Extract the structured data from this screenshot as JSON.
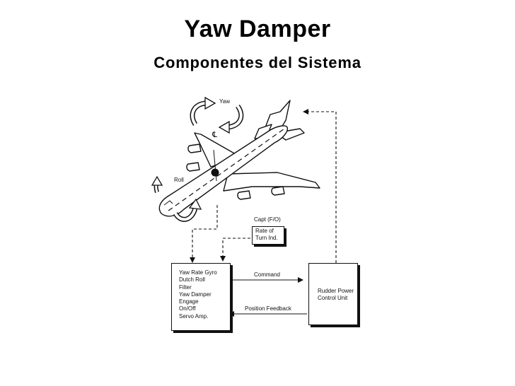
{
  "header": {
    "title": "Yaw Damper",
    "subtitle": "Componentes del Sistema"
  },
  "diagram": {
    "motion_labels": {
      "yaw": "Yaw",
      "roll": "Roll",
      "centerline": "℄"
    },
    "panel_label": "Capt (F/O)",
    "rate_indicator": [
      "Rate of",
      "Turn Ind."
    ],
    "computer": [
      "Yaw Rate Gyro",
      "Dutch Roll",
      "Filter",
      "Yaw Damper",
      "Engage",
      "On/Off",
      "Servo Amp."
    ],
    "actuator": [
      "Rudder Power",
      "Control Unit"
    ],
    "signals": {
      "command": "Command",
      "feedback": "Position Feedback"
    }
  }
}
